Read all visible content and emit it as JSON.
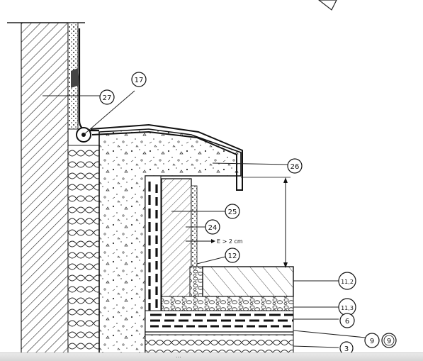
{
  "diagram": {
    "callouts": [
      {
        "id": "c17",
        "text": "17"
      },
      {
        "id": "c27",
        "text": "27"
      },
      {
        "id": "c26",
        "text": "26"
      },
      {
        "id": "c25",
        "text": "25"
      },
      {
        "id": "c24",
        "text": "24"
      },
      {
        "id": "c12",
        "text": "12"
      },
      {
        "id": "c112",
        "text": "11,2"
      },
      {
        "id": "c113",
        "text": "11,3"
      },
      {
        "id": "c6",
        "text": "6"
      },
      {
        "id": "c9a",
        "text": "9"
      },
      {
        "id": "c9b",
        "text": "9"
      },
      {
        "id": "c3",
        "text": "3"
      }
    ],
    "dimension_note": "E > 2 cm"
  },
  "status_bar": {
    "text": "..."
  }
}
